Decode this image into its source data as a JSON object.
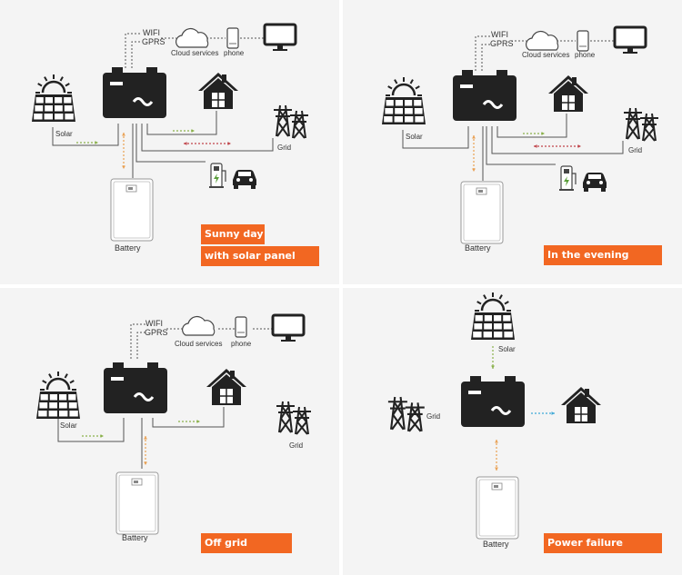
{
  "panels": [
    {
      "key": "sunny",
      "labels": {
        "wifi": "WIFI",
        "gprs": "GPRS",
        "cloud": "Cloud services",
        "phone": "phone",
        "solar": "Solar",
        "grid": "Grid",
        "battery": "Battery"
      },
      "tags": [
        "Sunny day",
        "with solar panel"
      ]
    },
    {
      "key": "evening",
      "labels": {
        "wifi": "WIFI",
        "gprs": "GPRS",
        "cloud": "Cloud services",
        "phone": "phone",
        "solar": "Solar",
        "grid": "Grid",
        "battery": "Battery"
      },
      "tags": [
        "In the evening"
      ]
    },
    {
      "key": "offgrid",
      "labels": {
        "wifi": "WIFI",
        "gprs": "GPRS",
        "cloud": "Cloud services",
        "phone": "phone",
        "solar": "Solar",
        "grid": "Grid",
        "battery": "Battery"
      },
      "tags": [
        "Off grid"
      ]
    },
    {
      "key": "failure",
      "labels": {
        "solar": "Solar",
        "grid": "Grid",
        "battery": "Battery"
      },
      "tags": [
        "Power failure"
      ]
    }
  ],
  "colors": {
    "background": "#f4f4f4",
    "tag": "#f26722",
    "icon": "#222222",
    "arrow_green": "#8ab04a",
    "arrow_red": "#c0444a",
    "arrow_orange": "#e9a052",
    "arrow_blue": "#3fa9d6"
  },
  "icons": [
    "inverter-icon",
    "solar-panel-icon",
    "house-icon",
    "grid-tower-icon",
    "battery-icon",
    "cloud-icon",
    "phone-icon",
    "monitor-icon",
    "ev-charger-icon",
    "car-icon"
  ]
}
